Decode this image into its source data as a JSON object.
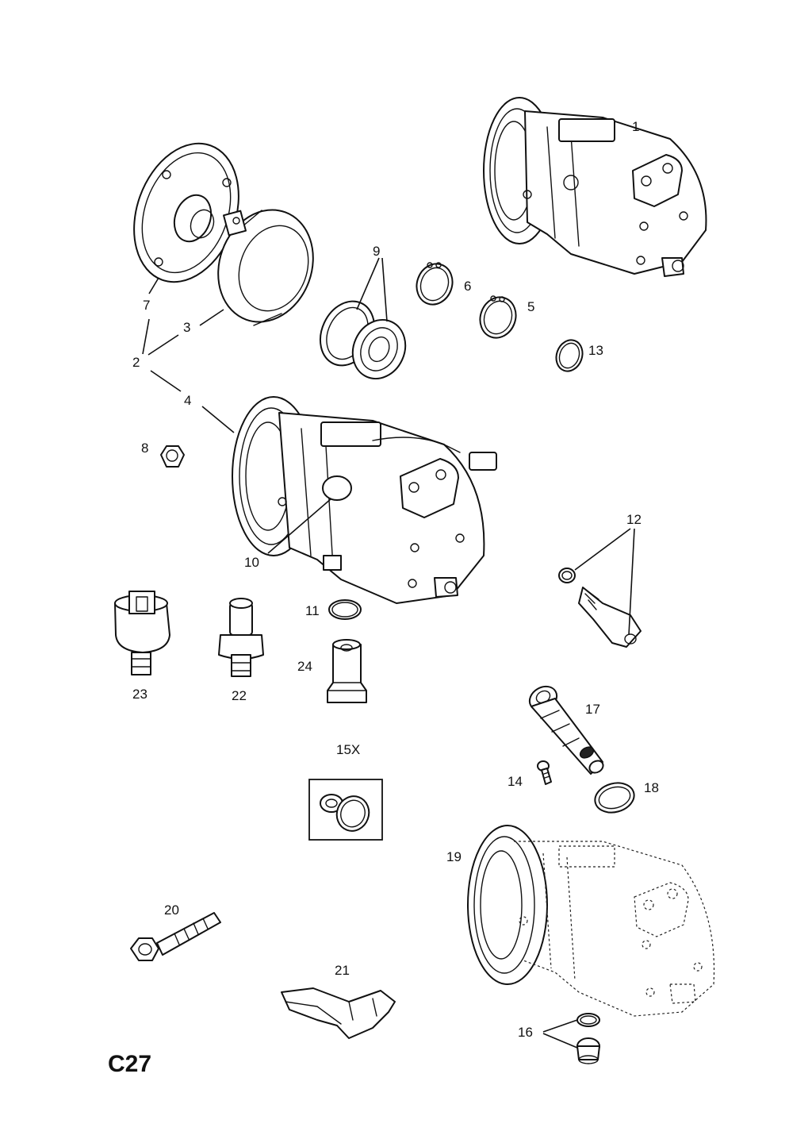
{
  "page": {
    "code": "C27"
  },
  "callouts": {
    "c1": "1",
    "c2": "2",
    "c3": "3",
    "c4": "4",
    "c5": "5",
    "c6": "6",
    "c7": "7",
    "c8": "8",
    "c9": "9",
    "c10": "10",
    "c11": "11",
    "c12": "12",
    "c13": "13",
    "c14": "14",
    "c15x": "15X",
    "c16": "16",
    "c17": "17",
    "c18": "18",
    "c19": "19",
    "c20": "20",
    "c21": "21",
    "c22": "22",
    "c23": "23",
    "c24": "24"
  }
}
